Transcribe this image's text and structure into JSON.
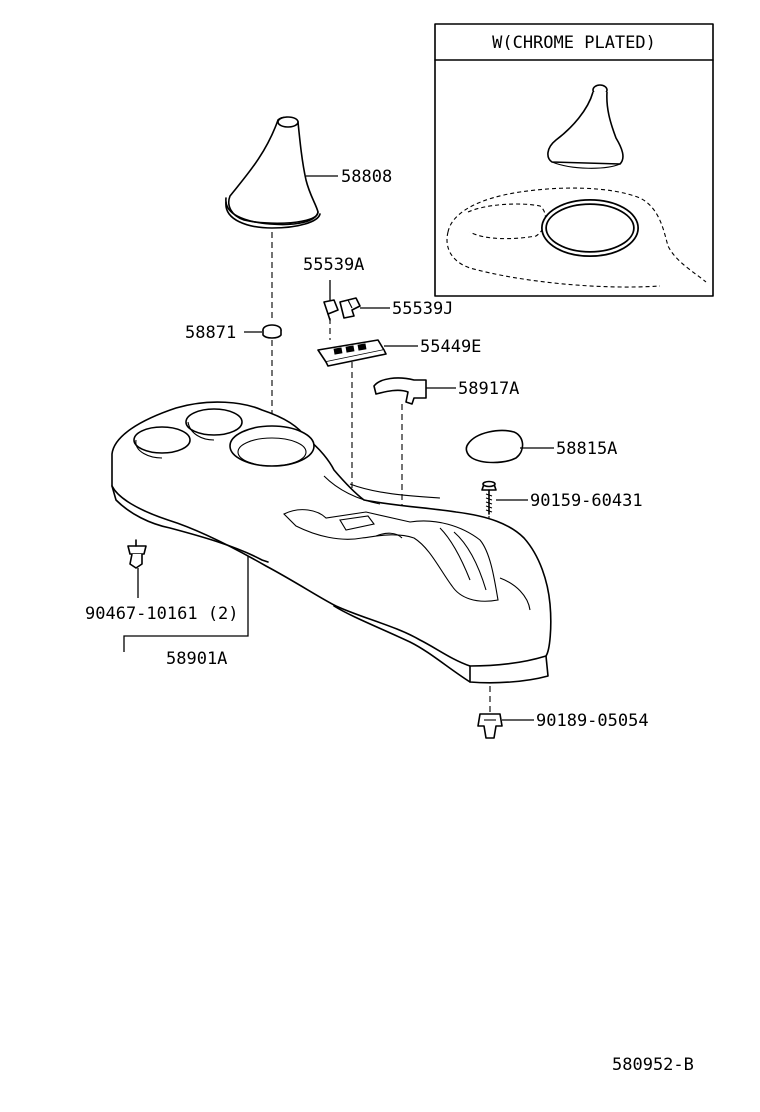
{
  "inset": {
    "title": "W(CHROME PLATED)"
  },
  "parts": {
    "p58808": "58808",
    "p55539A": "55539A",
    "p55539J": "55539J",
    "p58871": "58871",
    "p55449E": "55449E",
    "p58917A": "58917A",
    "p58815A": "58815A",
    "p90159": "90159-60431",
    "p90467": "90467-10161 (2)",
    "p58901A": "58901A",
    "p90189": "90189-05054"
  },
  "footer": {
    "diagram_code": "580952-B"
  }
}
